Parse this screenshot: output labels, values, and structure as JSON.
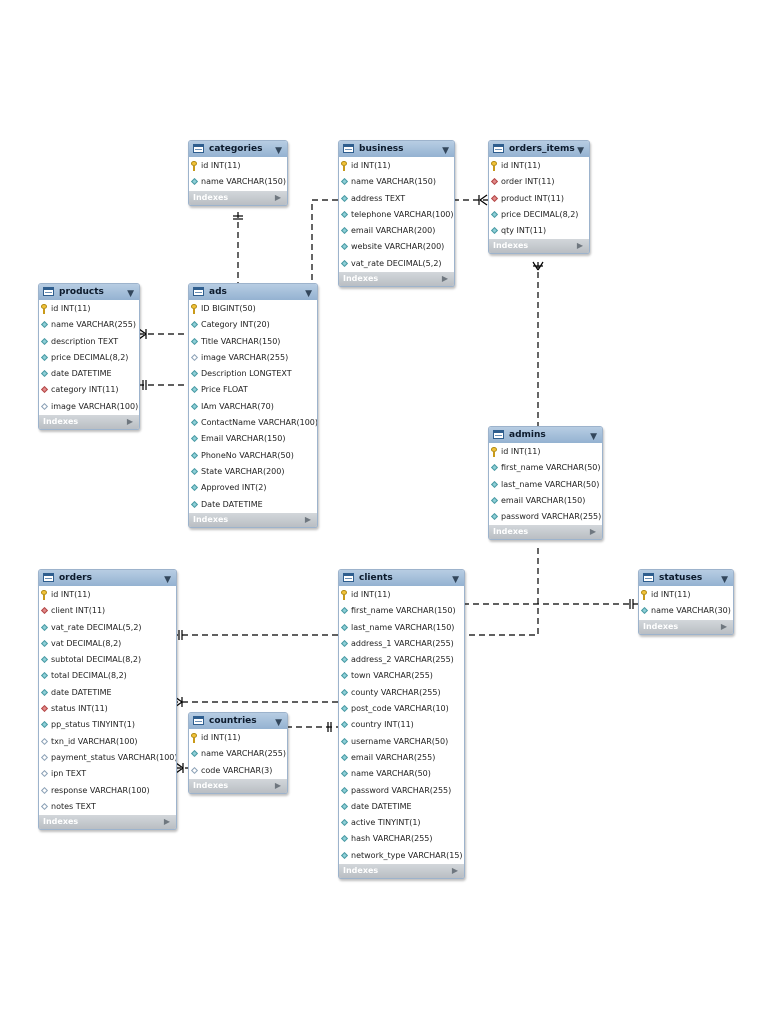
{
  "indexes_label": "Indexes",
  "tables": {
    "categories": {
      "name": "categories",
      "columns": [
        {
          "text": "id INT(11)",
          "kind": "pk"
        },
        {
          "text": "name VARCHAR(150)",
          "kind": "col"
        }
      ]
    },
    "business": {
      "name": "business",
      "columns": [
        {
          "text": "id INT(11)",
          "kind": "pk"
        },
        {
          "text": "name VARCHAR(150)",
          "kind": "col"
        },
        {
          "text": "address TEXT",
          "kind": "col"
        },
        {
          "text": "telephone VARCHAR(100)",
          "kind": "col"
        },
        {
          "text": "email VARCHAR(200)",
          "kind": "col"
        },
        {
          "text": "website VARCHAR(200)",
          "kind": "col"
        },
        {
          "text": "vat_rate DECIMAL(5,2)",
          "kind": "col"
        }
      ]
    },
    "orders_items": {
      "name": "orders_items",
      "columns": [
        {
          "text": "id INT(11)",
          "kind": "pk"
        },
        {
          "text": "order INT(11)",
          "kind": "fk"
        },
        {
          "text": "product INT(11)",
          "kind": "fk"
        },
        {
          "text": "price DECIMAL(8,2)",
          "kind": "col"
        },
        {
          "text": "qty INT(11)",
          "kind": "col"
        }
      ]
    },
    "products": {
      "name": "products",
      "columns": [
        {
          "text": "id INT(11)",
          "kind": "pk"
        },
        {
          "text": "name VARCHAR(255)",
          "kind": "col"
        },
        {
          "text": "description TEXT",
          "kind": "col"
        },
        {
          "text": "price DECIMAL(8,2)",
          "kind": "col"
        },
        {
          "text": "date DATETIME",
          "kind": "col"
        },
        {
          "text": "category INT(11)",
          "kind": "fk"
        },
        {
          "text": "image VARCHAR(100)",
          "kind": "null"
        }
      ]
    },
    "ads": {
      "name": "ads",
      "columns": [
        {
          "text": "ID BIGINT(50)",
          "kind": "pk"
        },
        {
          "text": "Category INT(20)",
          "kind": "col"
        },
        {
          "text": "Title VARCHAR(150)",
          "kind": "col"
        },
        {
          "text": "image VARCHAR(255)",
          "kind": "null"
        },
        {
          "text": "Description LONGTEXT",
          "kind": "col"
        },
        {
          "text": "Price FLOAT",
          "kind": "col"
        },
        {
          "text": "IAm VARCHAR(70)",
          "kind": "col"
        },
        {
          "text": "ContactName VARCHAR(100)",
          "kind": "col"
        },
        {
          "text": "Email VARCHAR(150)",
          "kind": "col"
        },
        {
          "text": "PhoneNo VARCHAR(50)",
          "kind": "col"
        },
        {
          "text": "State VARCHAR(200)",
          "kind": "col"
        },
        {
          "text": "Approved INT(2)",
          "kind": "col"
        },
        {
          "text": "Date DATETIME",
          "kind": "col"
        }
      ]
    },
    "admins": {
      "name": "admins",
      "columns": [
        {
          "text": "id INT(11)",
          "kind": "pk"
        },
        {
          "text": "first_name VARCHAR(50)",
          "kind": "col"
        },
        {
          "text": "last_name VARCHAR(50)",
          "kind": "col"
        },
        {
          "text": "email VARCHAR(150)",
          "kind": "col"
        },
        {
          "text": "password VARCHAR(255)",
          "kind": "col"
        }
      ]
    },
    "orders": {
      "name": "orders",
      "columns": [
        {
          "text": "id INT(11)",
          "kind": "pk"
        },
        {
          "text": "client INT(11)",
          "kind": "fk"
        },
        {
          "text": "vat_rate DECIMAL(5,2)",
          "kind": "col"
        },
        {
          "text": "vat DECIMAL(8,2)",
          "kind": "col"
        },
        {
          "text": "subtotal DECIMAL(8,2)",
          "kind": "col"
        },
        {
          "text": "total DECIMAL(8,2)",
          "kind": "col"
        },
        {
          "text": "date DATETIME",
          "kind": "col"
        },
        {
          "text": "status INT(11)",
          "kind": "fk"
        },
        {
          "text": "pp_status TINYINT(1)",
          "kind": "col"
        },
        {
          "text": "txn_id VARCHAR(100)",
          "kind": "null"
        },
        {
          "text": "payment_status VARCHAR(100)",
          "kind": "null"
        },
        {
          "text": "ipn TEXT",
          "kind": "null"
        },
        {
          "text": "response VARCHAR(100)",
          "kind": "null"
        },
        {
          "text": "notes TEXT",
          "kind": "null"
        }
      ]
    },
    "clients": {
      "name": "clients",
      "columns": [
        {
          "text": "id INT(11)",
          "kind": "pk"
        },
        {
          "text": "first_name VARCHAR(150)",
          "kind": "col"
        },
        {
          "text": "last_name VARCHAR(150)",
          "kind": "col"
        },
        {
          "text": "address_1 VARCHAR(255)",
          "kind": "col"
        },
        {
          "text": "address_2 VARCHAR(255)",
          "kind": "col"
        },
        {
          "text": "town VARCHAR(255)",
          "kind": "col"
        },
        {
          "text": "county VARCHAR(255)",
          "kind": "col"
        },
        {
          "text": "post_code VARCHAR(10)",
          "kind": "col"
        },
        {
          "text": "country INT(11)",
          "kind": "col"
        },
        {
          "text": "username VARCHAR(50)",
          "kind": "col"
        },
        {
          "text": "email VARCHAR(255)",
          "kind": "col"
        },
        {
          "text": "name VARCHAR(50)",
          "kind": "col"
        },
        {
          "text": "password VARCHAR(255)",
          "kind": "col"
        },
        {
          "text": "date DATETIME",
          "kind": "col"
        },
        {
          "text": "active TINYINT(1)",
          "kind": "col"
        },
        {
          "text": "hash VARCHAR(255)",
          "kind": "col"
        },
        {
          "text": "network_type VARCHAR(15)",
          "kind": "col"
        }
      ]
    },
    "countries": {
      "name": "countries",
      "columns": [
        {
          "text": "id INT(11)",
          "kind": "pk"
        },
        {
          "text": "name VARCHAR(255)",
          "kind": "col"
        },
        {
          "text": "code VARCHAR(3)",
          "kind": "null"
        }
      ]
    },
    "statuses": {
      "name": "statuses",
      "columns": [
        {
          "text": "id INT(11)",
          "kind": "pk"
        },
        {
          "text": "name VARCHAR(30)",
          "kind": "col"
        }
      ]
    }
  },
  "colors": {
    "header": "#a8c2dc",
    "footer": "#c5c9cd",
    "line": "#000000"
  }
}
